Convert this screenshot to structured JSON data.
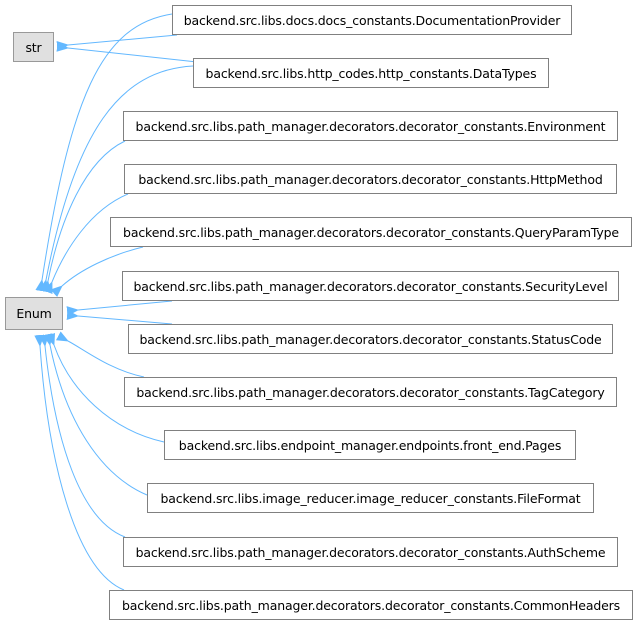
{
  "diagram": {
    "type": "inheritance-graph",
    "edge_color": "#63b8ff",
    "base_classes": [
      {
        "id": "str",
        "label": "str"
      },
      {
        "id": "enum",
        "label": "Enum"
      }
    ],
    "derived_classes": [
      {
        "id": "documentation-provider",
        "label": "backend.src.libs.docs.docs_constants.DocumentationProvider",
        "parents": [
          "str",
          "enum"
        ]
      },
      {
        "id": "data-types",
        "label": "backend.src.libs.http_codes.http_constants.DataTypes",
        "parents": [
          "str",
          "enum"
        ]
      },
      {
        "id": "environment",
        "label": "backend.src.libs.path_manager.decorators.decorator_constants.Environment",
        "parents": [
          "enum"
        ]
      },
      {
        "id": "http-method",
        "label": "backend.src.libs.path_manager.decorators.decorator_constants.HttpMethod",
        "parents": [
          "enum"
        ]
      },
      {
        "id": "query-param-type",
        "label": "backend.src.libs.path_manager.decorators.decorator_constants.QueryParamType",
        "parents": [
          "enum"
        ]
      },
      {
        "id": "security-level",
        "label": "backend.src.libs.path_manager.decorators.decorator_constants.SecurityLevel",
        "parents": [
          "enum"
        ]
      },
      {
        "id": "status-code",
        "label": "backend.src.libs.path_manager.decorators.decorator_constants.StatusCode",
        "parents": [
          "enum"
        ]
      },
      {
        "id": "tag-category",
        "label": "backend.src.libs.path_manager.decorators.decorator_constants.TagCategory",
        "parents": [
          "enum"
        ]
      },
      {
        "id": "pages",
        "label": "backend.src.libs.endpoint_manager.endpoints.front_end.Pages",
        "parents": [
          "enum"
        ]
      },
      {
        "id": "file-format",
        "label": "backend.src.libs.image_reducer.image_reducer_constants.FileFormat",
        "parents": [
          "enum"
        ]
      },
      {
        "id": "auth-scheme",
        "label": "backend.src.libs.path_manager.decorators.decorator_constants.AuthScheme",
        "parents": [
          "enum"
        ]
      },
      {
        "id": "common-headers",
        "label": "backend.src.libs.path_manager.decorators.decorator_constants.CommonHeaders",
        "parents": [
          "enum"
        ]
      }
    ]
  }
}
